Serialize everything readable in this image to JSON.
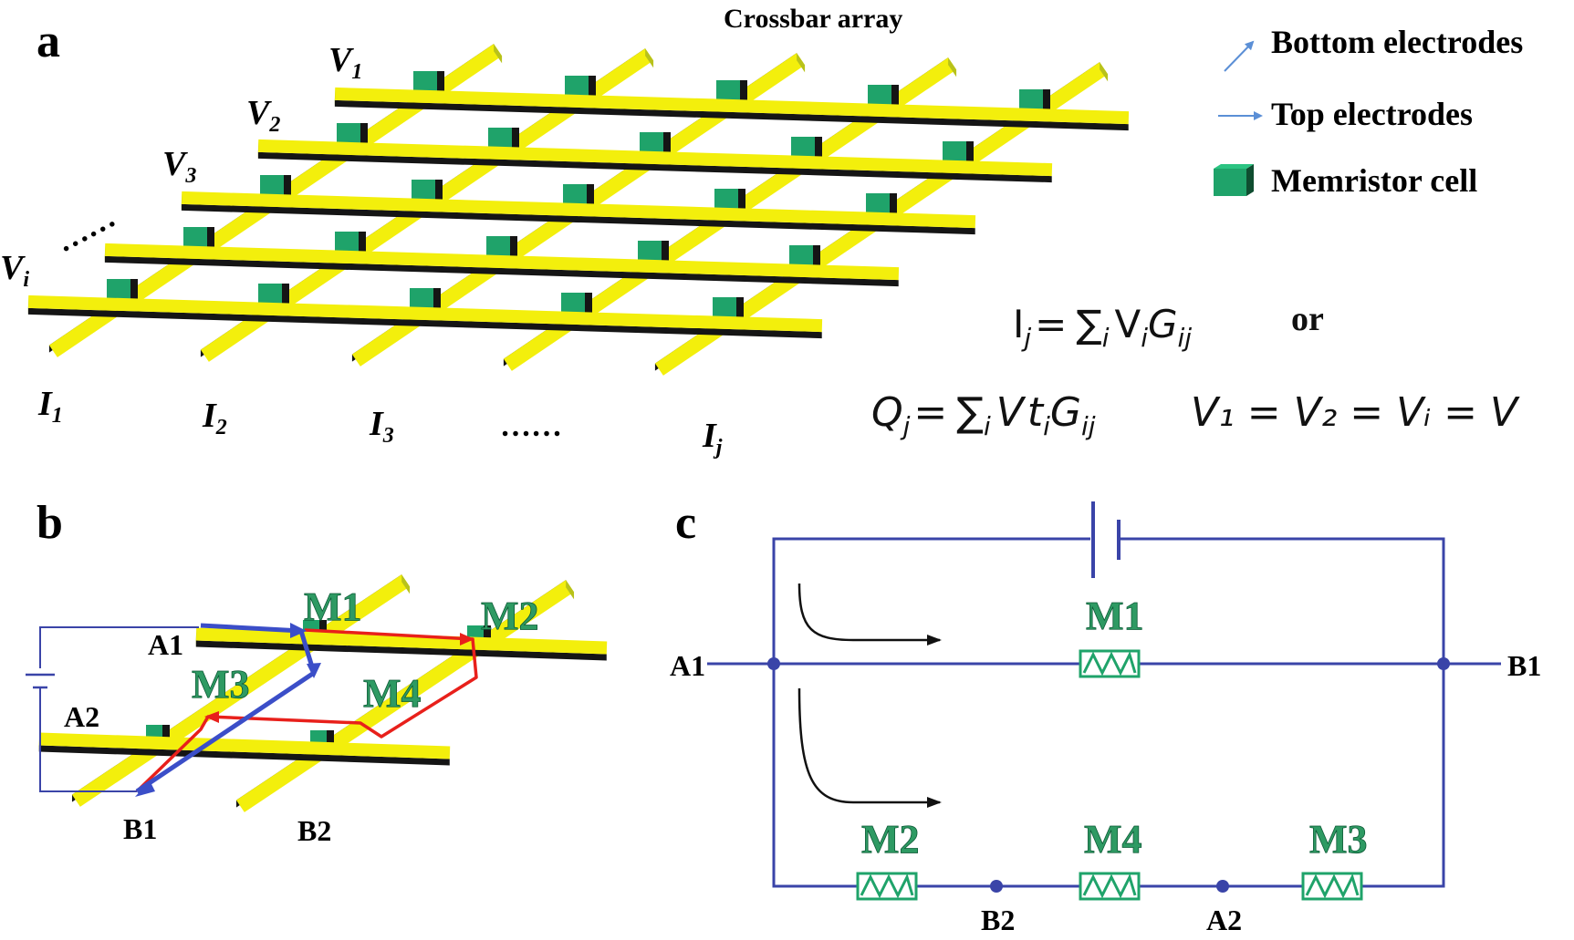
{
  "panels": {
    "a": {
      "panel_label": "a",
      "title": "Crossbar array",
      "legend": {
        "bottom": "Bottom electrodes",
        "top": "Top electrodes",
        "cell": "Memristor cell"
      },
      "row_labels": [
        {
          "base": "V",
          "sub": "1"
        },
        {
          "base": "V",
          "sub": "2"
        },
        {
          "base": "V",
          "sub": "3"
        },
        {
          "base": "V",
          "sub": "i"
        }
      ],
      "row_ellipsis": "……",
      "col_labels": [
        {
          "base": "I",
          "sub": "1"
        },
        {
          "base": "I",
          "sub": "2"
        },
        {
          "base": "I",
          "sub": "3"
        },
        {
          "base": "I",
          "sub": "j"
        }
      ],
      "col_ellipsis": "……",
      "eq1": {
        "lhs": "I",
        "lhs_sub": "j",
        "eq": "=",
        "sum": "∑",
        "sum_sub": "i",
        "v": "V",
        "v_sub": "i",
        "g": "G",
        "g_sub": "ij"
      },
      "eq_or": "or",
      "eq2": {
        "lhs": "Q",
        "lhs_sub": "j",
        "eq": "=",
        "sum": "∑",
        "sum_sub": "i",
        "v": "V",
        "t": "t",
        "t_sub": "i",
        "g": "G",
        "g_sub": "ij"
      },
      "eq3": "V₁ = V₂ = Vᵢ = V"
    },
    "b": {
      "panel_label": "b",
      "labels": {
        "a1": "A1",
        "a2": "A2",
        "b1": "B1",
        "b2": "B2",
        "m1": "M1",
        "m2": "M2",
        "m3": "M3",
        "m4": "M4"
      }
    },
    "c": {
      "panel_label": "c",
      "labels": {
        "a1": "A1",
        "b1": "B1",
        "a2": "A2",
        "b2": "B2",
        "m1": "M1",
        "m2": "M2",
        "m3": "M3",
        "m4": "M4"
      }
    }
  },
  "colors": {
    "electrode_top": "#f3ef0c",
    "electrode_front": "#b8c21a",
    "electrode_shadow": "#151515",
    "cell": "#1fa36a",
    "cell_dark": "#0f6b42",
    "memristor_label": "#2e9a63",
    "wire_blue": "#3a44a8",
    "path_red": "#e8201b",
    "arrow_blue": "#3b4ec8",
    "legend_arrow": "#5b8fd6"
  }
}
